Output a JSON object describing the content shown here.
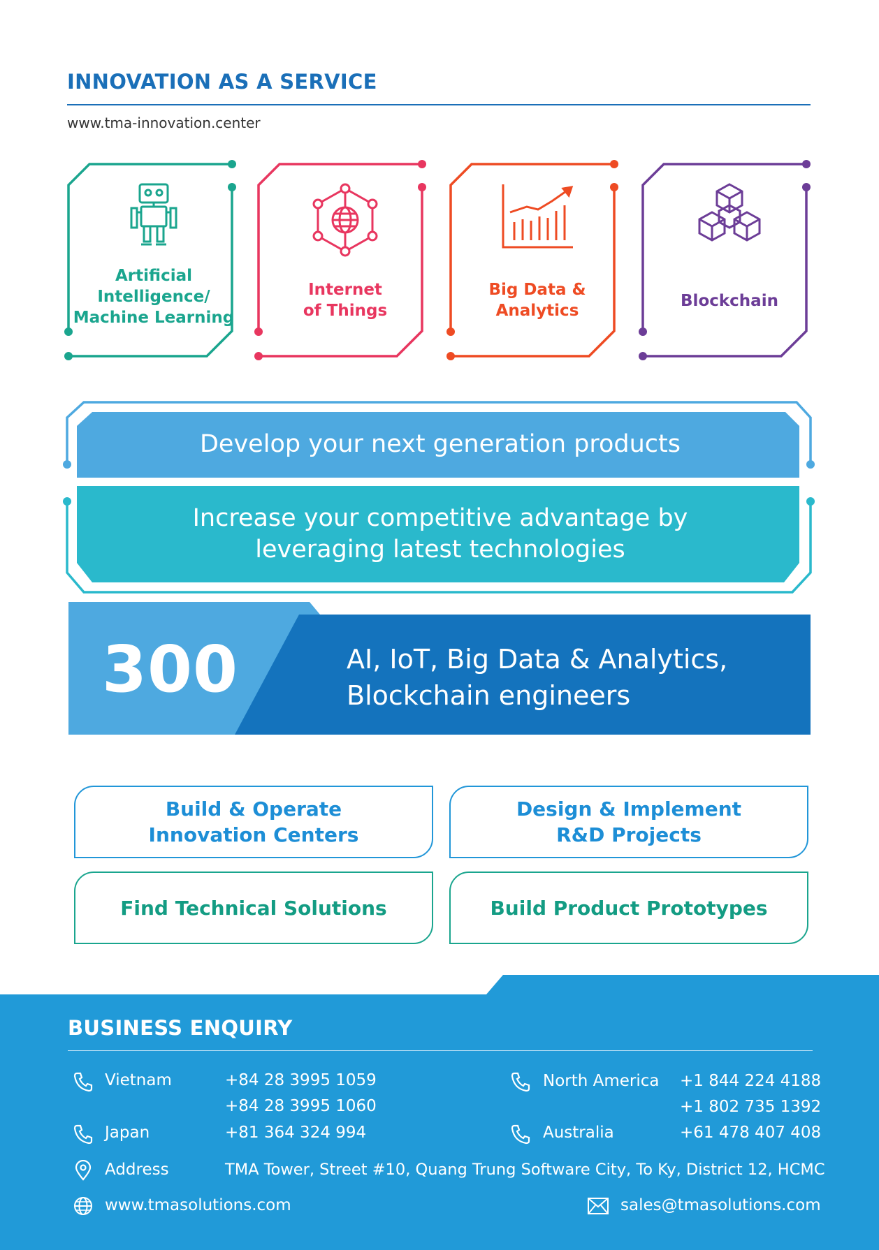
{
  "header": {
    "title": "INNOVATION AS A SERVICE",
    "website": "www.tma-innovation.center"
  },
  "technologies": [
    {
      "label_lines": [
        "Artificial",
        "Intelligence/",
        "Machine Learning"
      ],
      "color": "#1aa58e",
      "icon": "robot-icon"
    },
    {
      "label_lines": [
        "Internet",
        "of Things"
      ],
      "color": "#e8365f",
      "icon": "globe-network-icon"
    },
    {
      "label_lines": [
        "Big Data &",
        "Analytics"
      ],
      "color": "#ee4b23",
      "icon": "bar-chart-trend-icon"
    },
    {
      "label_lines": [
        "Blockchain"
      ],
      "color": "#6c3d97",
      "icon": "cubes-icon"
    }
  ],
  "banners": {
    "line1": "Develop your next generation products",
    "line2a": "Increase your competitive advantage by",
    "line2b": "leveraging latest technologies"
  },
  "stats": {
    "number": "300",
    "text_line1": "AI, IoT, Big Data & Analytics,",
    "text_line2": "Blockchain engineers"
  },
  "services": [
    {
      "line1": "Build & Operate",
      "line2": "Innovation Centers"
    },
    {
      "line1": "Design & Implement",
      "line2": "R&D Projects"
    },
    {
      "line1": "Find Technical Solutions",
      "line2": ""
    },
    {
      "line1": "Build Product Prototypes",
      "line2": ""
    }
  ],
  "colors": {
    "brand_blue": "#1a6fb8",
    "banner_light_blue": "#4ea9e0",
    "banner_teal": "#2ab9cc",
    "stats_dark_blue": "#1473bd",
    "footer_blue": "#219ad8"
  },
  "enquiry": {
    "title": "BUSINESS ENQUIRY",
    "vietnam_label": "Vietnam",
    "vietnam_phone1": "+84 28 3995 1059",
    "vietnam_phone2": "+84 28 3995 1060",
    "japan_label": "Japan",
    "japan_phone": "+81 364 324 994",
    "na_label": "North America",
    "na_phone1": "+1 844 224 4188",
    "na_phone2": "+1 802 735 1392",
    "australia_label": "Australia",
    "australia_phone": "+61 478 407 408",
    "address_label": "Address",
    "address": "TMA Tower, Street #10, Quang Trung Software City, To Ky, District 12, HCMC",
    "website": "www.tmasolutions.com",
    "email": "sales@tmasolutions.com"
  }
}
